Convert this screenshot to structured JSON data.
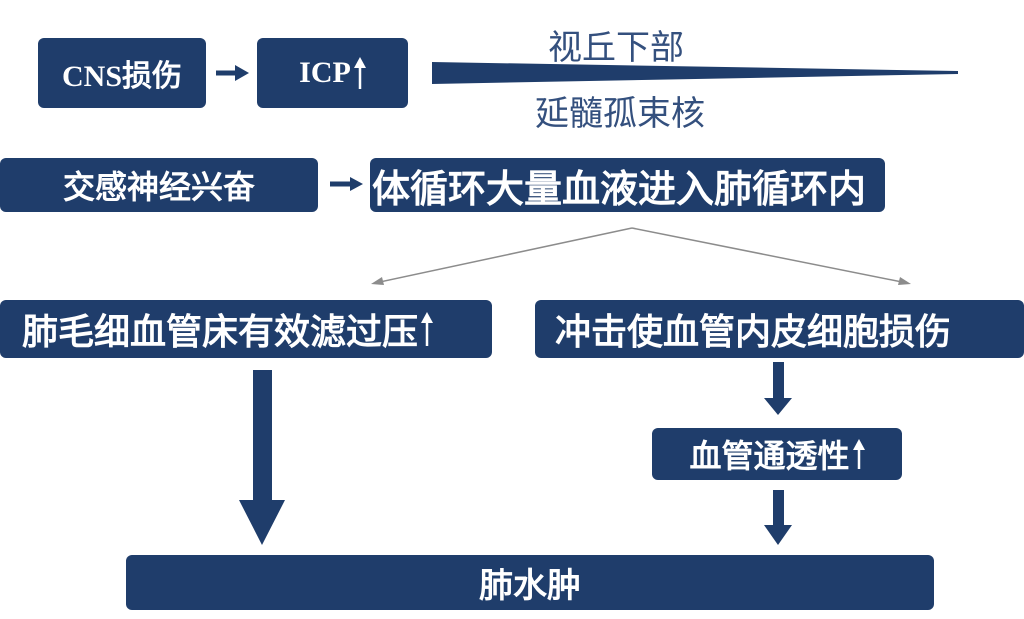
{
  "nodes": {
    "cns_injury": {
      "label": "CNS损伤"
    },
    "icp": {
      "label": "ICP",
      "icon": "up-arrow-icon"
    },
    "hypothalamus": {
      "label": "视丘下部"
    },
    "solitary_nucleus": {
      "label": "延髓孤束核"
    },
    "sympathetic": {
      "label": "交感神经兴奋"
    },
    "blood_shift": {
      "label": "体循环大量血液进入肺循环内"
    },
    "filtration_pressure": {
      "label": "肺毛细血管床有效滤过压",
      "icon": "up-arrow-icon"
    },
    "endothelial_injury": {
      "label": "冲击使血管内皮细胞损伤"
    },
    "permeability": {
      "label": "血管通透性",
      "icon": "up-arrow-icon"
    },
    "pulmonary_edema": {
      "label": "肺水肿"
    }
  },
  "colors": {
    "box": "#1f3d6b",
    "box_text": "#ffffff",
    "plain_label_text": "#34507e",
    "thin_connector": "#8c8c8c"
  }
}
